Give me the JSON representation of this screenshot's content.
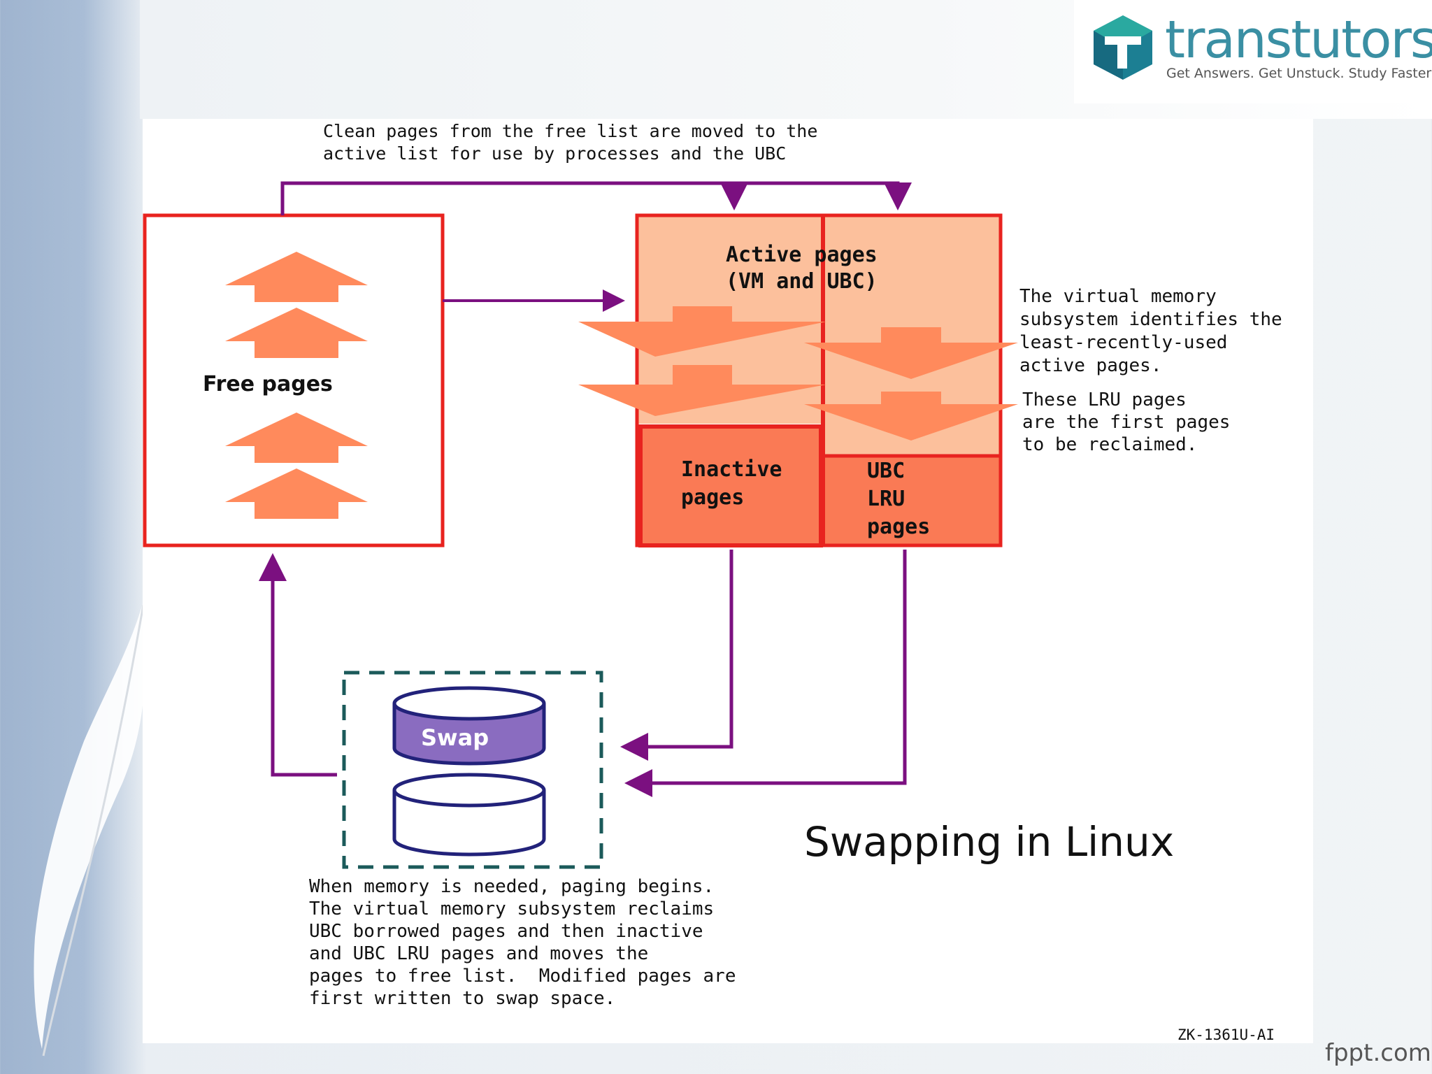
{
  "logo": {
    "wordmark": "transtutors",
    "tagline": "Get Answers. Get Unstuck. Study Faster"
  },
  "diagram": {
    "top_caption": "Clean pages from the free list are moved to the\nactive list for use by processes and the UBC",
    "free_pages_label": "Free pages",
    "active_pages_label": "Active pages\n(VM and UBC)",
    "inactive_pages_label": "Inactive\npages",
    "ubc_lru_label": "UBC\nLRU\npages",
    "swap_label": "Swap",
    "right_note_1": "The virtual memory\nsubsystem identifies the\nleast-recently-used\nactive pages.",
    "right_note_2": "These LRU pages\nare the first pages\nto be reclaimed.",
    "bottom_note": "When memory is needed, paging begins.\nThe virtual memory subsystem reclaims\nUBC borrowed pages and then inactive\nand UBC LRU pages and moves the\npages to free list.  Modified pages are\nfirst written to swap space.",
    "reference_code": "ZK-1361U-AI"
  },
  "slide_title": "Swapping in Linux",
  "footer_brand": "fppt.com",
  "colors": {
    "box_border": "#e8231f",
    "arrow_purple": "#7b1080",
    "light_salmon": "#fcc09c",
    "salmon": "#ff8a5c",
    "dark_salmon": "#fa7a55",
    "swap_fill": "#8a6cc0",
    "swap_outline": "#22227a",
    "dashed_teal": "#1b5a5a",
    "logo_teal": "#3a8fa3"
  }
}
